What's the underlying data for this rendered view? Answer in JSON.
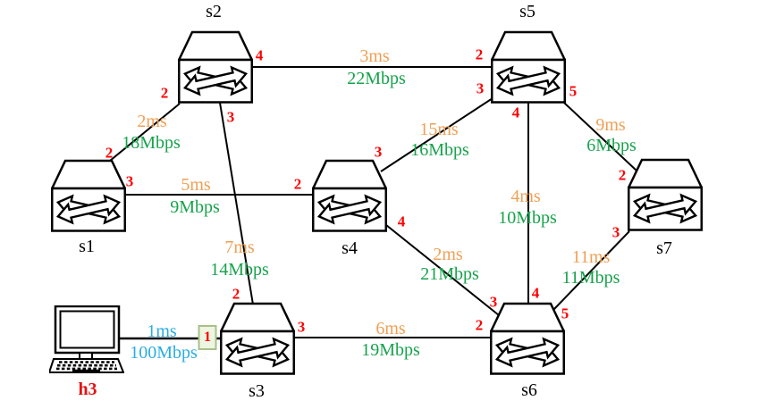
{
  "nodes": {
    "s1": {
      "label": "s1",
      "type": "switch"
    },
    "s2": {
      "label": "s2",
      "type": "switch"
    },
    "s3": {
      "label": "s3",
      "type": "switch"
    },
    "s4": {
      "label": "s4",
      "type": "switch"
    },
    "s5": {
      "label": "s5",
      "type": "switch"
    },
    "s6": {
      "label": "s6",
      "type": "switch"
    },
    "s7": {
      "label": "s7",
      "type": "switch"
    },
    "h3": {
      "label": "h3",
      "type": "host"
    }
  },
  "links": [
    {
      "a": "s1",
      "a_port": "2",
      "b": "s2",
      "b_port": "2",
      "latency": "2ms",
      "bandwidth": "18Mbps"
    },
    {
      "a": "s2",
      "a_port": "4",
      "b": "s5",
      "b_port": "2",
      "latency": "3ms",
      "bandwidth": "22Mbps"
    },
    {
      "a": "s2",
      "a_port": "3",
      "b": "s3",
      "b_port": "2",
      "latency": "7ms",
      "bandwidth": "14Mbps"
    },
    {
      "a": "s1",
      "a_port": "3",
      "b": "s4",
      "b_port": "2",
      "latency": "5ms",
      "bandwidth": "9Mbps"
    },
    {
      "a": "s4",
      "a_port": "3",
      "b": "s5",
      "b_port": "3",
      "latency": "15ms",
      "bandwidth": "16Mbps"
    },
    {
      "a": "s5",
      "a_port": "5",
      "b": "s7",
      "b_port": "2",
      "latency": "9ms",
      "bandwidth": "6Mbps"
    },
    {
      "a": "s5",
      "a_port": "4",
      "b": "s6",
      "b_port": "4",
      "latency": "4ms",
      "bandwidth": "10Mbps"
    },
    {
      "a": "s4",
      "a_port": "4",
      "b": "s6",
      "b_port": "3",
      "latency": "2ms",
      "bandwidth": "21Mbps"
    },
    {
      "a": "s6",
      "a_port": "5",
      "b": "s7",
      "b_port": "3",
      "latency": "11ms",
      "bandwidth": "11Mbps"
    },
    {
      "a": "s3",
      "a_port": "3",
      "b": "s6",
      "b_port": "2",
      "latency": "6ms",
      "bandwidth": "19Mbps"
    },
    {
      "a": "h3",
      "a_port": "",
      "b": "s3",
      "b_port": "1",
      "latency": "1ms",
      "bandwidth": "100Mbps"
    }
  ],
  "colors": {
    "port": "#ff0000",
    "latency": "#f0a055",
    "bandwidth": "#17a24b",
    "host_link": "#2aace3",
    "host_title": "#e31212",
    "line": "#000000",
    "badge_bg": "#edf6e0",
    "badge_border": "#a8c08a"
  }
}
